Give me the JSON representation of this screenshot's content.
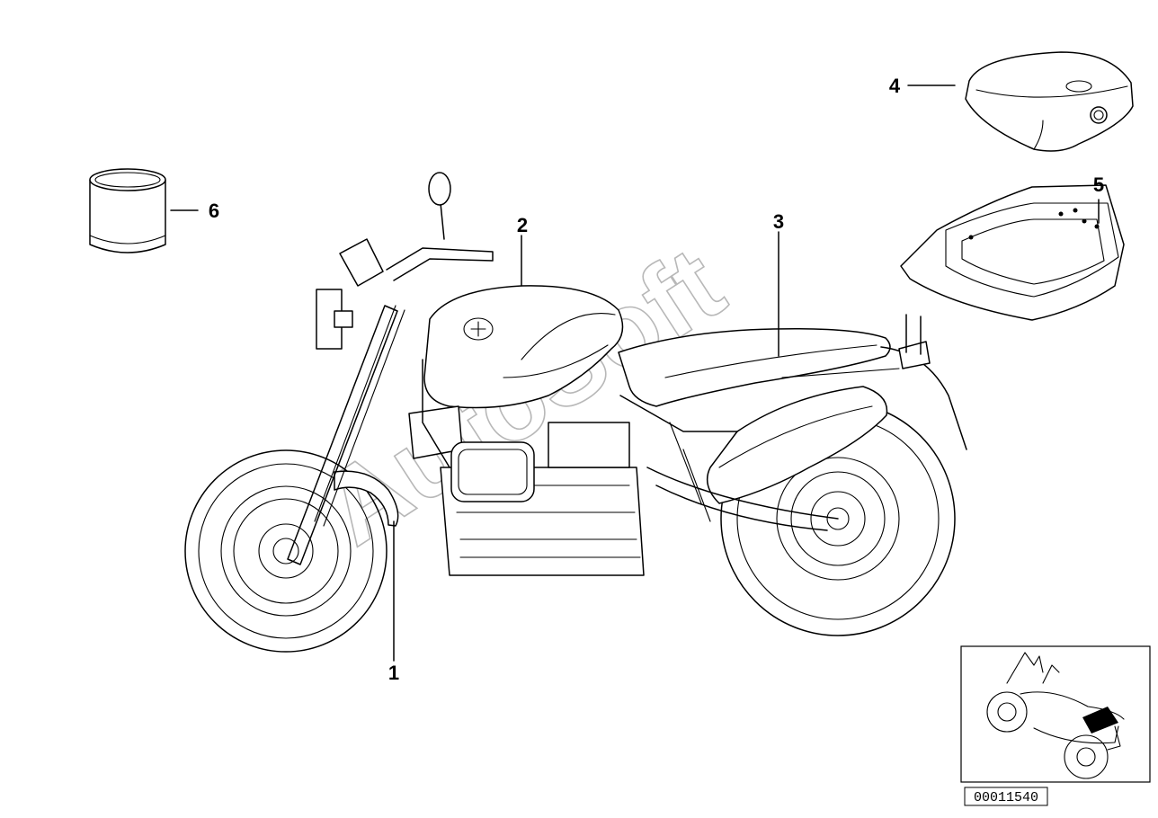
{
  "diagram": {
    "watermark": "AutoSoft",
    "part_number": "00011540",
    "callouts": [
      {
        "id": "1",
        "label": "1"
      },
      {
        "id": "2",
        "label": "2"
      },
      {
        "id": "3",
        "label": "3"
      },
      {
        "id": "4",
        "label": "4"
      },
      {
        "id": "5",
        "label": "5"
      },
      {
        "id": "6",
        "label": "6"
      }
    ],
    "inset": {
      "highlighted_part": "rear-seat-cover"
    }
  }
}
